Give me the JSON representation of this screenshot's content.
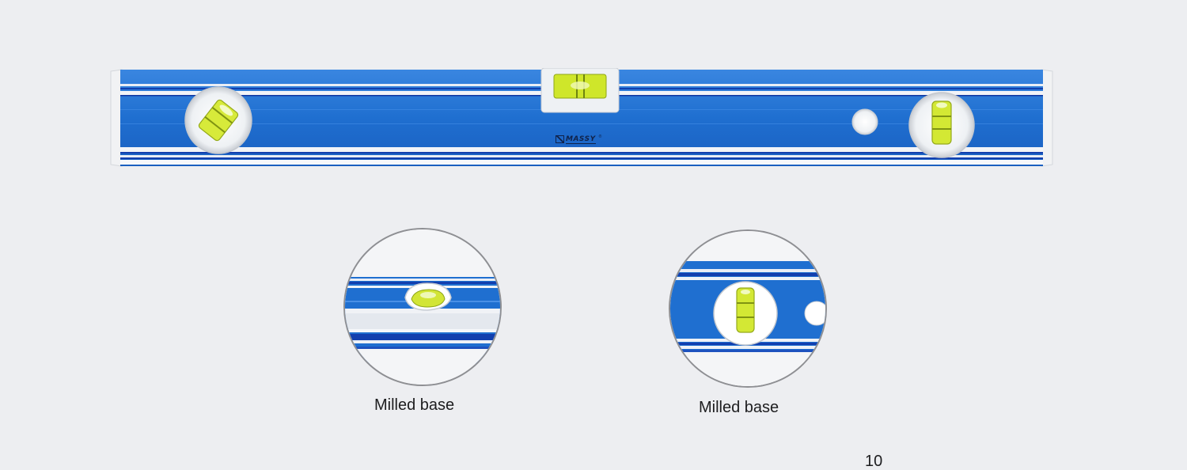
{
  "product": {
    "brand_name": "MASSY",
    "brand_registered": "®",
    "body_color": "#1f6fd0",
    "stripe_color": "#123fae",
    "endcap_color": "#f1f2f4",
    "vial_color": "#cfe62a"
  },
  "details": [
    {
      "caption": "Milled base"
    },
    {
      "caption": "Milled base"
    }
  ],
  "page": {
    "number": "10"
  }
}
